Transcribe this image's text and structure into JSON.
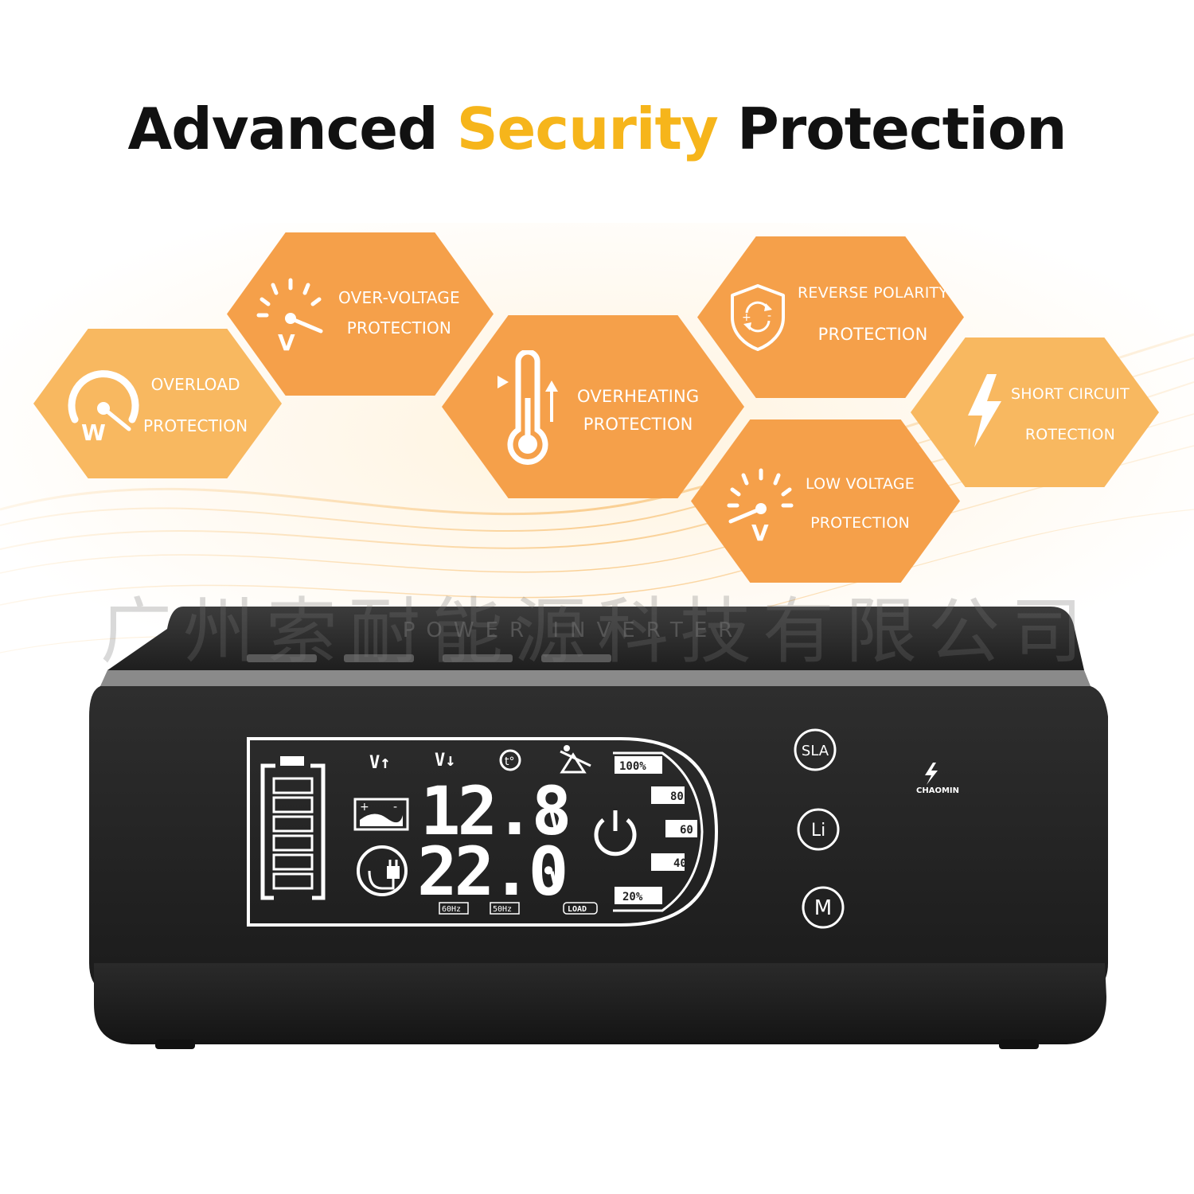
{
  "headline": {
    "part1": "Advanced",
    "accent": "Security",
    "part2": "Protection"
  },
  "colors": {
    "accent": "#f6b51b",
    "hex_orange": "#f5a04a",
    "hex_light": "#f8b860",
    "device": "#2b2b2b"
  },
  "features": {
    "overload": {
      "line1": "OVERLOAD",
      "line2": "PROTECTION",
      "icon": "wattmeter-icon",
      "icon_letter": "W"
    },
    "over_voltage": {
      "line1": "OVER-VOLTAGE",
      "line2": "PROTECTION",
      "icon": "voltmeter-icon",
      "icon_letter": "V"
    },
    "overheating": {
      "line1": "OVERHEATING",
      "line2": "PROTECTION",
      "icon": "thermometer-icon"
    },
    "reverse_polarity": {
      "line1": "REVERSE POLARITY",
      "line2": "PROTECTION",
      "icon": "shield-icon"
    },
    "low_voltage": {
      "line1": "LOW VOLTAGE",
      "line2": "PROTECTION",
      "icon": "voltmeter-icon",
      "icon_letter": "V"
    },
    "short_circuit": {
      "line1": "SHORT CIRCUIT",
      "line2": "ROTECTION",
      "icon": "lightning-icon"
    }
  },
  "watermark": "广州索耐能源科技有限公司",
  "device": {
    "top_label": "POWER INVERTER",
    "lcd": {
      "voltage_top": "12.8",
      "voltage_bottom": "22.0",
      "unit": "V",
      "indicators": [
        "V↑",
        "V↓"
      ],
      "freq_labels": [
        "60Hz",
        "50Hz",
        "LOAD"
      ],
      "load_scale": [
        "100%",
        "80",
        "60",
        "40",
        "20%"
      ],
      "battery_bars": 6
    },
    "buttons": [
      "SLA",
      "Li",
      "M"
    ],
    "brand": "CHAOMIN"
  }
}
